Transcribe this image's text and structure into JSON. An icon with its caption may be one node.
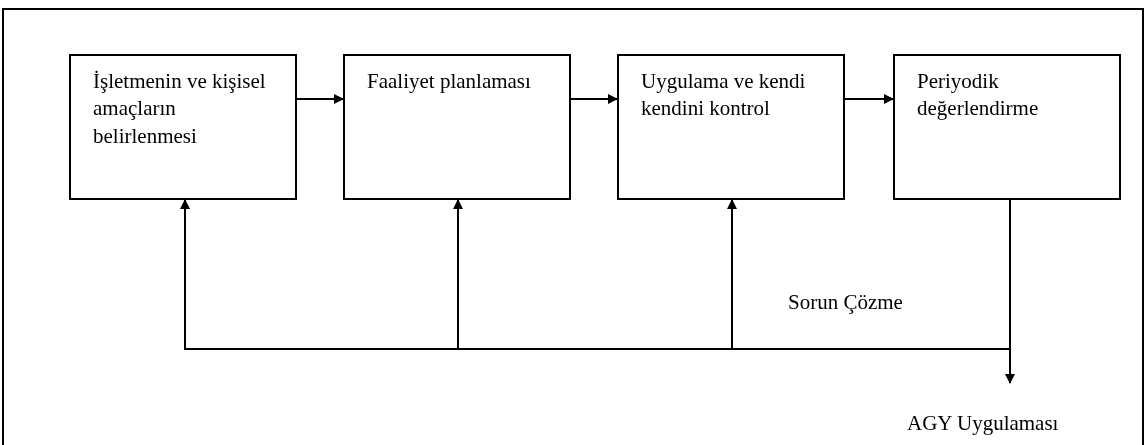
{
  "diagram": {
    "nodes": [
      {
        "text": [
          "İşletmenin ve kişisel amaçların belirlenmesi"
        ]
      },
      {
        "text": [
          "Faaliyet planlaması"
        ]
      },
      {
        "text": [
          "Uygulama ve kendi kendini kontrol"
        ]
      },
      {
        "text": [
          "Periyodik değerlendirme"
        ]
      },
      {
        "text": [
          "AGY Uygulaması"
        ]
      }
    ],
    "edges": [
      {
        "from": 0,
        "to": 1,
        "arrow": "to"
      },
      {
        "from": 1,
        "to": 2,
        "arrow": "to"
      },
      {
        "from": 2,
        "to": 3,
        "arrow": "to"
      },
      {
        "from": 3,
        "to": 0,
        "arrow": "to"
      },
      {
        "from": 3,
        "to": 1,
        "arrow": "to"
      },
      {
        "from": 3,
        "to": 2,
        "arrow": "to"
      },
      {
        "from": 3,
        "to": 4,
        "arrow": "to"
      }
    ],
    "labels": [
      "Sorun Çözme"
    ]
  }
}
